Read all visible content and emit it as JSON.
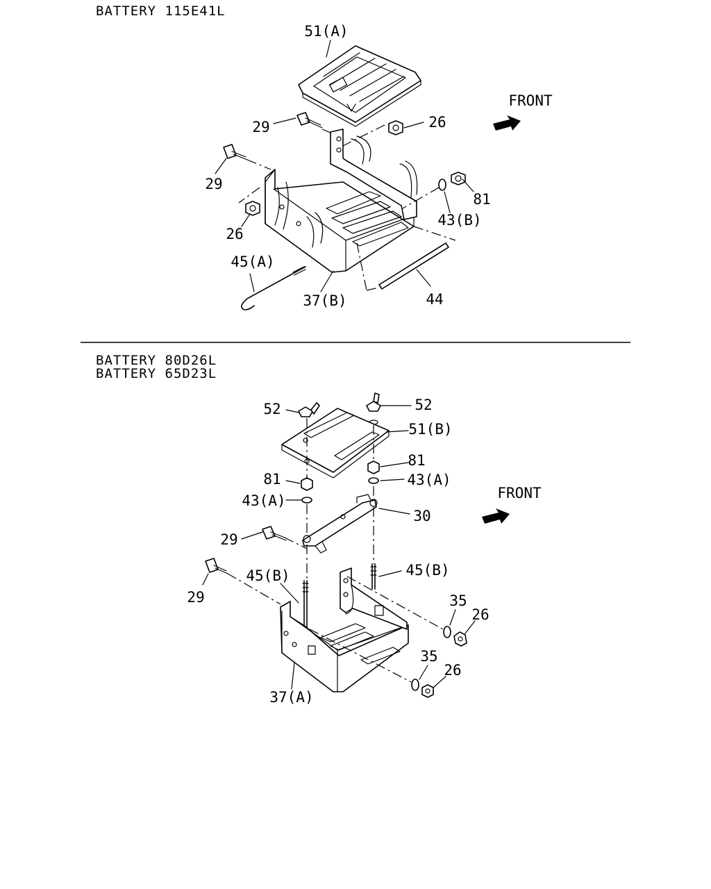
{
  "sections": [
    {
      "titles": [
        "BATTERY 115E41L"
      ],
      "front_label": "FRONT",
      "callouts": [
        "51(A)",
        "29",
        "26",
        "29",
        "81",
        "43(B)",
        "26",
        "45(A)",
        "37(B)",
        "44"
      ]
    },
    {
      "titles": [
        "BATTERY 80D26L",
        "BATTERY 65D23L"
      ],
      "front_label": "FRONT",
      "callouts": [
        "52",
        "52",
        "51(B)",
        "81",
        "81",
        "43(A)",
        "43(A)",
        "30",
        "29",
        "45(B)",
        "45(B)",
        "29",
        "35",
        "26",
        "35",
        "26",
        "37(A)"
      ]
    }
  ]
}
